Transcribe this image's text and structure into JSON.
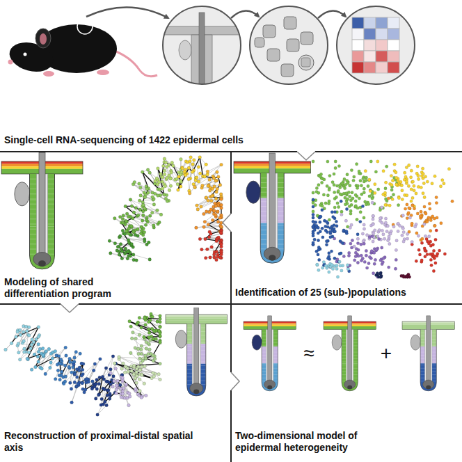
{
  "diagram": {
    "nodes": [
      {
        "text": [
          "Single-cell RNA-sequencing of 1422 epidermal cells"
        ]
      },
      {
        "text": [
          "Modeling of shared differentiation program"
        ]
      },
      {
        "text": [
          "Identification of 25 (sub-)populations"
        ]
      },
      {
        "text": [
          "Reconstruction of proximal-distal spatial axis"
        ]
      },
      {
        "text": [
          "Two-dimensional model of epidermal heterogeneity"
        ]
      }
    ],
    "edges": [
      {
        "from": 0,
        "to": 2,
        "arrow": "to"
      },
      {
        "from": 2,
        "to": 1,
        "arrow": "to"
      },
      {
        "from": 1,
        "to": 3,
        "arrow": "to"
      },
      {
        "from": 3,
        "to": 4,
        "arrow": "to"
      }
    ],
    "labels": [
      "≈",
      "+"
    ]
  }
}
